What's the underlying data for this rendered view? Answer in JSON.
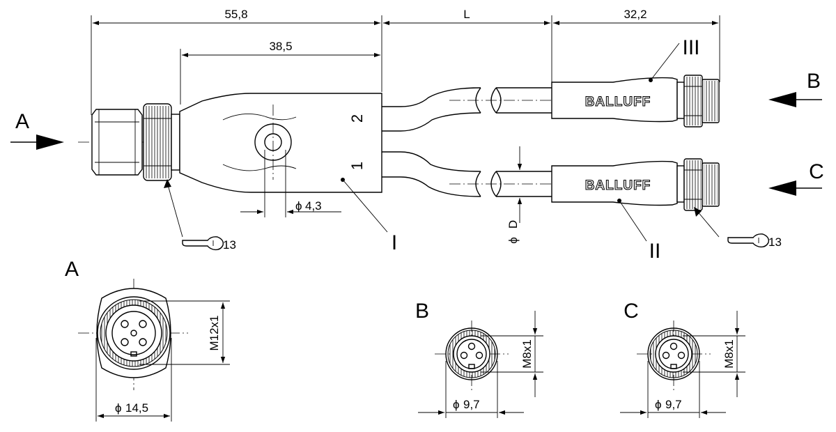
{
  "dimensions": {
    "total_length": "55,8",
    "body_length": "38,5",
    "cable_length": "L",
    "connector_length": "32,2",
    "mount_hole": "4,3",
    "cable_diameter": "D",
    "diameter_a": "14,5",
    "diameter_b": "9,7",
    "diameter_c": "9,7",
    "thread_a": "M12x1",
    "thread_b": "M8x1",
    "thread_c": "M8x1"
  },
  "diameter_symbol": "ϕ",
  "views": {
    "a": "A",
    "b": "B",
    "c": "C"
  },
  "parts": {
    "splitter": "I",
    "lower_connector": "II",
    "upper_connector": "III"
  },
  "ports": {
    "upper": "2",
    "lower": "1"
  },
  "brand": "BALLUFF",
  "wrench_size_left": "13",
  "wrench_size_right": "13"
}
